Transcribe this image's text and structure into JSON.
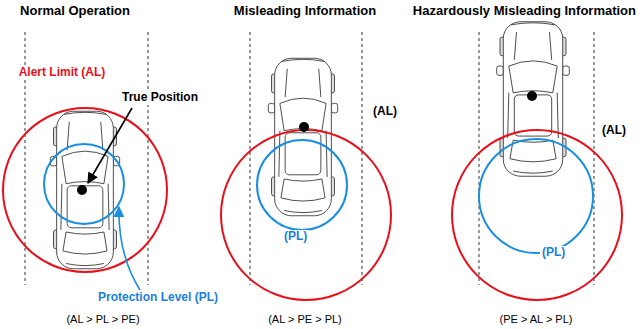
{
  "diagram": {
    "labels": [
      "Normal Operation",
      "Misleading Information",
      "Hazardously Misleading Information",
      "Alert Limit (AL)",
      "True Position",
      "Protection Level (PL)",
      "(AL > PL > PE)",
      "(AL)",
      "(PL)",
      "(AL > PE > PL)",
      "(AL)",
      "(PL)",
      "(PE > AL > PL)"
    ]
  }
}
